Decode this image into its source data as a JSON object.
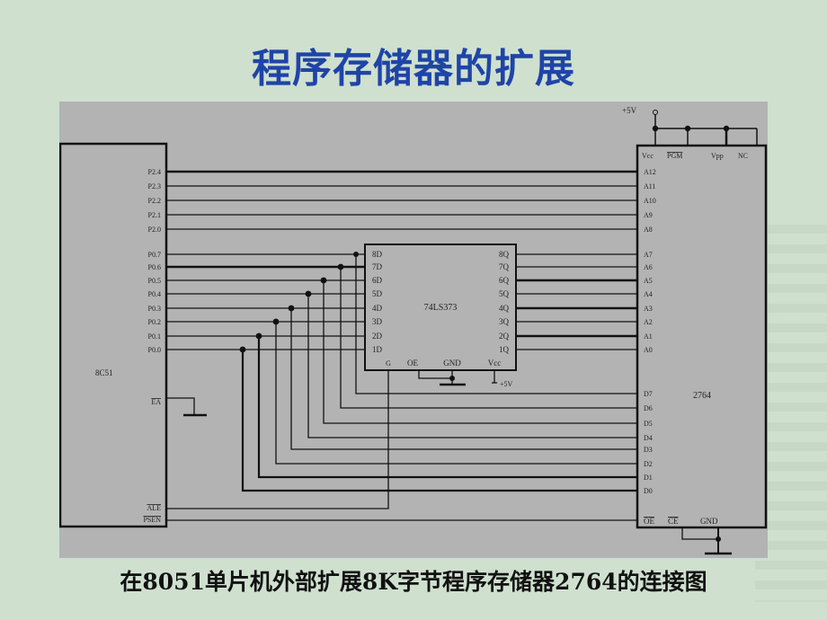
{
  "slide": {
    "title": "程序存储器的扩展",
    "caption": "在8051单片机外部扩展8K字节程序存储器2764的连接图",
    "colors": {
      "background": "#cfe0cf",
      "title": "#1f44a8",
      "diagram_bg": "#b3b3b3"
    }
  },
  "diagram": {
    "mcu": {
      "name": "8C51",
      "p2_pins": [
        "P2.4",
        "P2.3",
        "P2.2",
        "P2.1",
        "P2.0"
      ],
      "p0_pins": [
        "P0.7",
        "P0.6",
        "P0.5",
        "P0.4",
        "P0.3",
        "P0.2",
        "P0.1",
        "P0.0"
      ],
      "ea": "EA",
      "ale": "ALE",
      "psen": "PSEN"
    },
    "latch": {
      "name": "74LS373",
      "d_pins": [
        "8D",
        "7D",
        "6D",
        "5D",
        "4D",
        "3D",
        "2D",
        "1D"
      ],
      "q_pins": [
        "8Q",
        "7Q",
        "6Q",
        "5Q",
        "4Q",
        "3Q",
        "2Q",
        "1Q"
      ],
      "g": "G",
      "oe": "OE",
      "gnd": "GND",
      "vcc": "Vcc",
      "vcc_supply": "+5V"
    },
    "eprom": {
      "name": "2764",
      "top_pins": [
        "Vcc",
        "PGM",
        "Vpp",
        "NC"
      ],
      "supply": "+5V",
      "high_addr": [
        "A12",
        "A11",
        "A10",
        "A9",
        "A8"
      ],
      "low_addr": [
        "A7",
        "A6",
        "A5",
        "A4",
        "A3",
        "A2",
        "A1",
        "A0"
      ],
      "data": [
        "D7",
        "D6",
        "D5",
        "D4",
        "D3",
        "D2",
        "D1",
        "D0"
      ],
      "oe": "OE",
      "ce": "CE",
      "gnd": "GND"
    }
  }
}
